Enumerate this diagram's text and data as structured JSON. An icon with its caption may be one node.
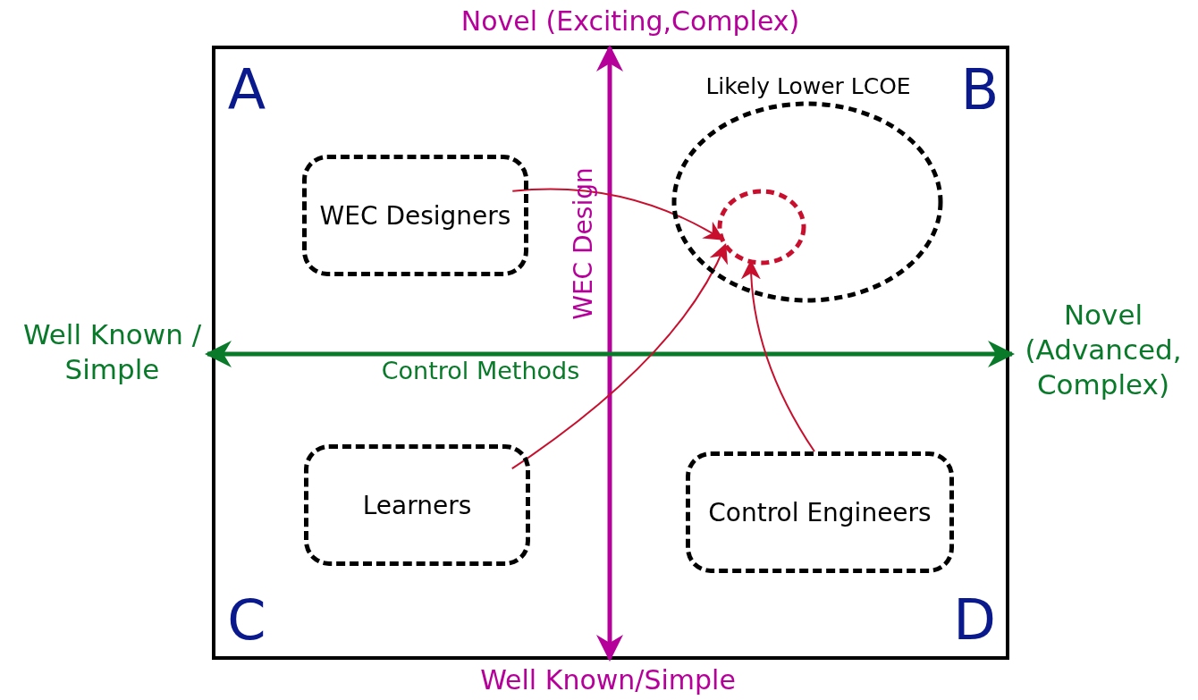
{
  "diagram": {
    "nodes": [
      {
        "text": [
          "WEC Designers"
        ]
      },
      {
        "text": [
          "Likely Lower LCOE"
        ]
      },
      {
        "text": [],
        "shape": "circle",
        "in": 1
      },
      {
        "text": [
          "Learners"
        ]
      },
      {
        "text": [
          "Control Engineers"
        ]
      }
    ],
    "edges": [
      {
        "from": 0,
        "to": 2,
        "arrow": "to"
      },
      {
        "from": 3,
        "to": 2,
        "arrow": "to"
      },
      {
        "from": 4,
        "to": 2,
        "arrow": "to"
      }
    ],
    "labels": [
      "Novel (Exciting,Complex)",
      "A",
      "B",
      "WEC Design",
      "Well Known / Simple",
      "Control Methods",
      "Novel (Advanced, Complex)",
      "C",
      "D",
      "Well Known/Simple"
    ]
  }
}
